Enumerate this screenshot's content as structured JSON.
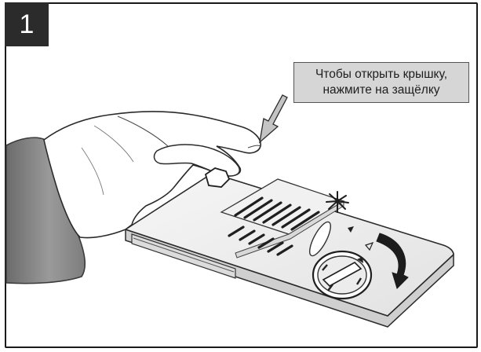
{
  "step": {
    "number": "1"
  },
  "callout": {
    "line1": "Чтобы открыть крышку,",
    "line2": "нажмите на защёлку"
  },
  "illustration": {
    "subject": "detergent-dispenser-lid",
    "icons": [
      "hand-icon",
      "sleeve-icon",
      "latch-icon",
      "pointer-arrow-icon",
      "rotation-arrow-icon",
      "dial-icon",
      "sparkle-icon"
    ]
  }
}
